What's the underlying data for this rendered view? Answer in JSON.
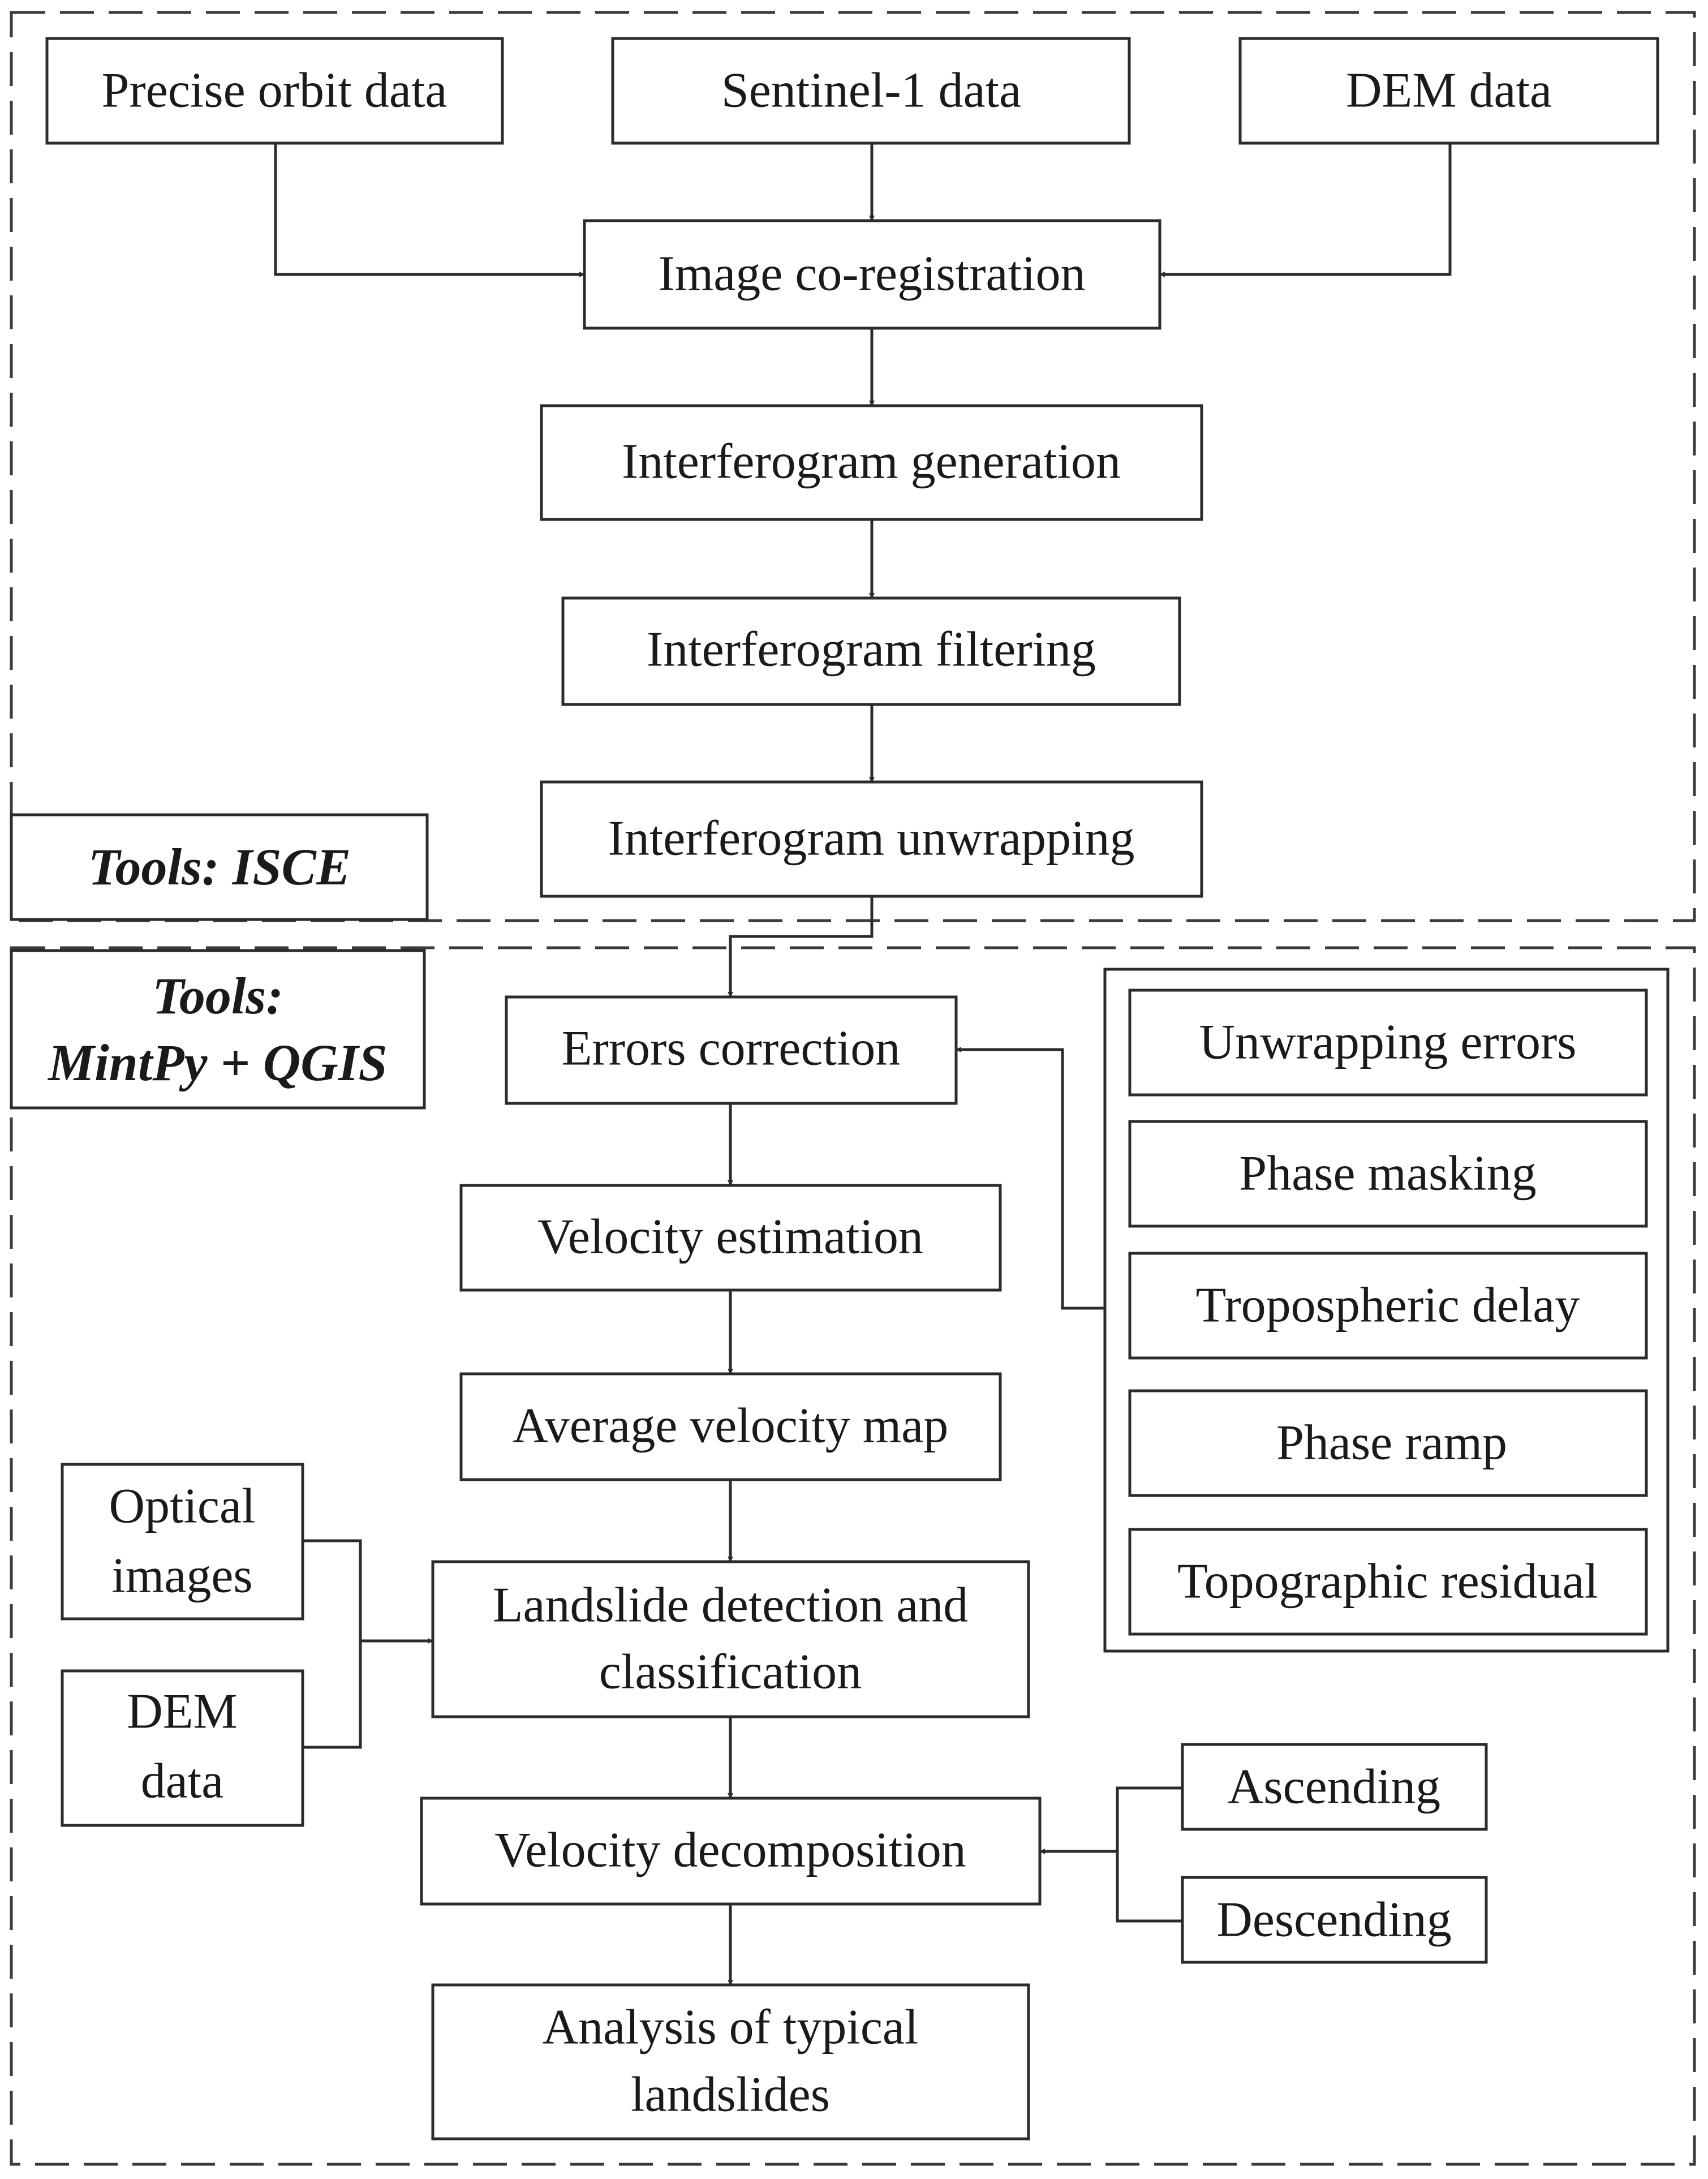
{
  "sections": {
    "isce_label": "Tools: ISCE",
    "mintpy_label_line1": "Tools:",
    "mintpy_label_line2": "MintPy + QGIS"
  },
  "nodes": {
    "precise_orbit": "Precise orbit data",
    "sentinel1": "Sentinel-1 data",
    "dem_top": "DEM data",
    "coregistration": "Image co-registration",
    "ifg_generation": "Interferogram generation",
    "ifg_filtering": "Interferogram filtering",
    "ifg_unwrapping": "Interferogram unwrapping",
    "errors_correction": "Errors correction",
    "velocity_estimation": "Velocity estimation",
    "average_velocity": "Average velocity map",
    "optical_images": [
      "Optical",
      "images"
    ],
    "dem_bottom": [
      "DEM",
      "data"
    ],
    "landslide_detection": [
      "Landslide detection and",
      "classification"
    ],
    "velocity_decomposition": "Velocity decomposition",
    "ascending": "Ascending",
    "descending": "Descending",
    "analysis": [
      "Analysis of typical",
      "landslides"
    ]
  },
  "error_types": [
    "Unwrapping errors",
    "Phase masking",
    "Tropospheric delay",
    "Phase ramp",
    "Topographic residual"
  ]
}
